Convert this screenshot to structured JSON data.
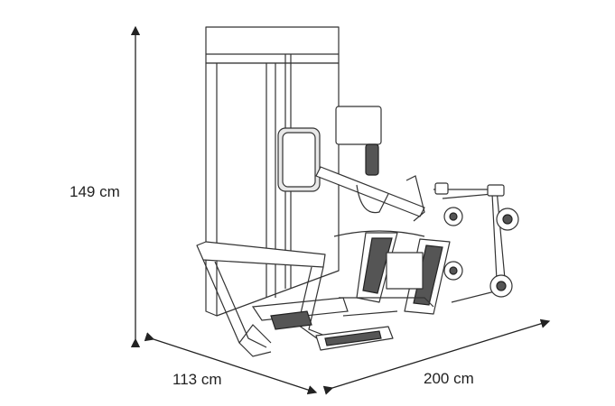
{
  "dimensions": {
    "height": "149 cm",
    "depth": "113 cm",
    "length": "200 cm"
  }
}
